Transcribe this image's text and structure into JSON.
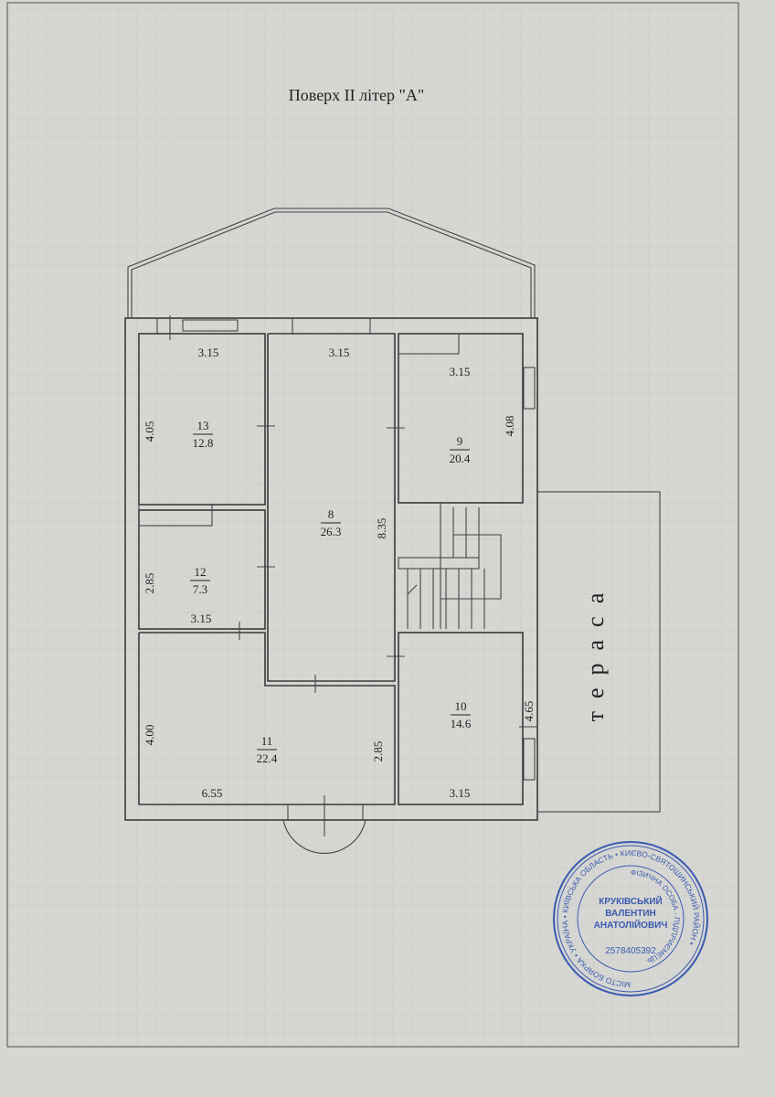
{
  "title": "Поверх II  літер \"А\"",
  "terrace_label": "тераса",
  "rooms": [
    {
      "number": "13",
      "area": "12.8"
    },
    {
      "number": "8",
      "area": "26.3"
    },
    {
      "number": "9",
      "area": "20.4"
    },
    {
      "number": "12",
      "area": "7.3"
    },
    {
      "number": "11",
      "area": "22.4"
    },
    {
      "number": "10",
      "area": "14.6"
    }
  ],
  "dimensions": [
    "3.15",
    "3.15",
    "3.15",
    "4.05",
    "4.08",
    "8.35",
    "2.85",
    "3.15",
    "4.00",
    "2.85",
    "4.65",
    "6.55",
    "3.15"
  ],
  "stamp": {
    "name_lines": [
      "КРУКІВСЬКИЙ",
      "ВАЛЕНТИН",
      "АНАТОЛІЙОВИЧ"
    ],
    "code": "2578405392",
    "ring_text": "МІСТО БОЯРКА • УКРАЇНА • КИЇВСЬКА ОБЛАСТЬ • КИЄВО-СВЯТОШИНСЬКИЙ РАЙОН •",
    "inner_ring": "ФІЗИЧНА ОСОБА - ПІДПРИЄМЕЦЬ",
    "color": "#3b5bb0"
  }
}
